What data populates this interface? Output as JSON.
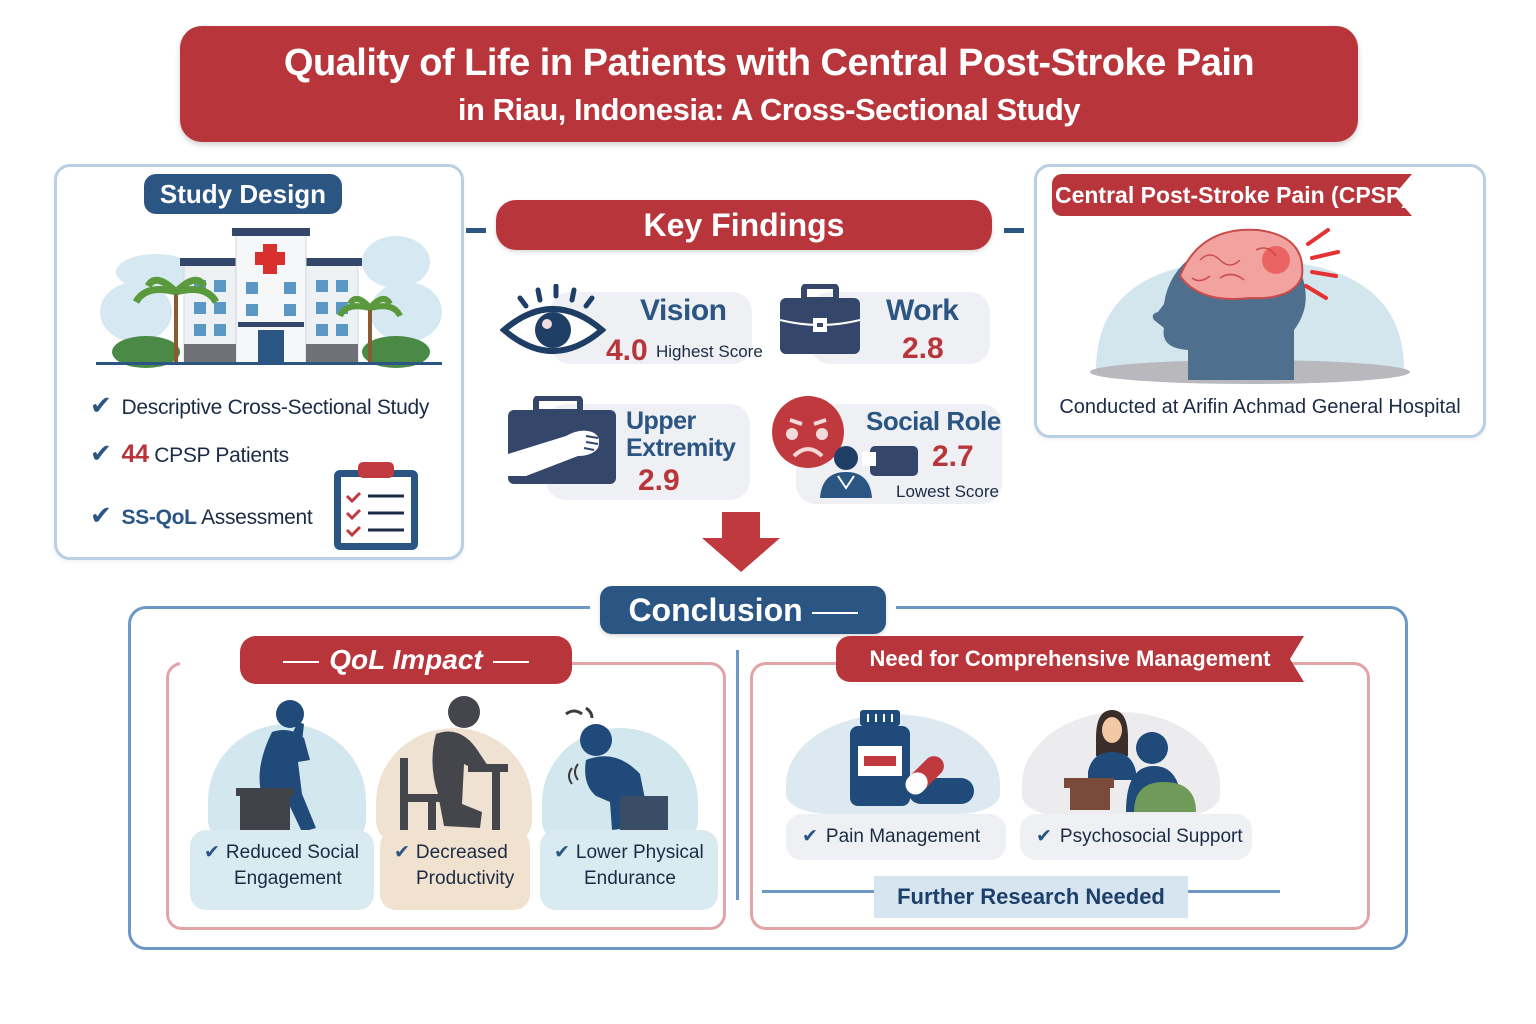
{
  "title": {
    "line1": "Quality of Life in Patients with Central Post-Stroke Pain",
    "line2": "in Riau, Indonesia: A Cross-Sectional Study"
  },
  "study_design": {
    "heading": "Study Design",
    "illustration": "hospital-icon",
    "items": [
      {
        "prefix": "",
        "text": "Descriptive Cross-Sectional Study"
      },
      {
        "prefix": "44",
        "text": " CPSP Patients"
      },
      {
        "prefix": "SS-QoL",
        "text": " Assessment"
      }
    ],
    "check_glyph": "✔"
  },
  "key_findings": {
    "heading": "Key Findings",
    "items": [
      {
        "domain": "Vision",
        "score": "4.0",
        "note": "Highest Score",
        "icon": "eye-icon"
      },
      {
        "domain": "Work",
        "score": "2.8",
        "note": "",
        "icon": "briefcase-icon"
      },
      {
        "domain": "Upper Extremity",
        "domain_line1": "Upper",
        "domain_line2": "Extremity",
        "score": "2.9",
        "note": "",
        "icon": "arm-briefcase-icon"
      },
      {
        "domain": "Social Role",
        "score": "2.7",
        "note": "Lowest Score",
        "icon": "sad-face-people-icon"
      }
    ]
  },
  "cpsp": {
    "heading": "Central Post-Stroke Pain (CPSP)",
    "illustration": "head-brain-pain-icon",
    "caption": "Conducted at Arifin Achmad General Hospital"
  },
  "conclusion": {
    "heading": "Conclusion",
    "qol_impact": {
      "heading": "QoL Impact",
      "items": [
        {
          "line1": "Reduced Social",
          "line2": "Engagement",
          "icon": "sitting-person-thinking-icon"
        },
        {
          "line1": "Decreased",
          "line2": "Productivity",
          "icon": "person-at-desk-icon"
        },
        {
          "line1": "Lower Physical",
          "line2": "Endurance",
          "icon": "person-in-pain-icon"
        }
      ]
    },
    "management": {
      "heading": "Need for Comprehensive Management",
      "items": [
        {
          "label": "Pain Management",
          "icon": "medicine-bottle-pills-icon"
        },
        {
          "label": "Psychosocial Support",
          "icon": "counseling-icon"
        }
      ],
      "footer": "Further Research Needed"
    }
  },
  "colors": {
    "primary_red": "#b8353c",
    "primary_blue": "#2b5583",
    "frame_blue": "#6f97c6",
    "frame_red": "#e3a4a8"
  }
}
